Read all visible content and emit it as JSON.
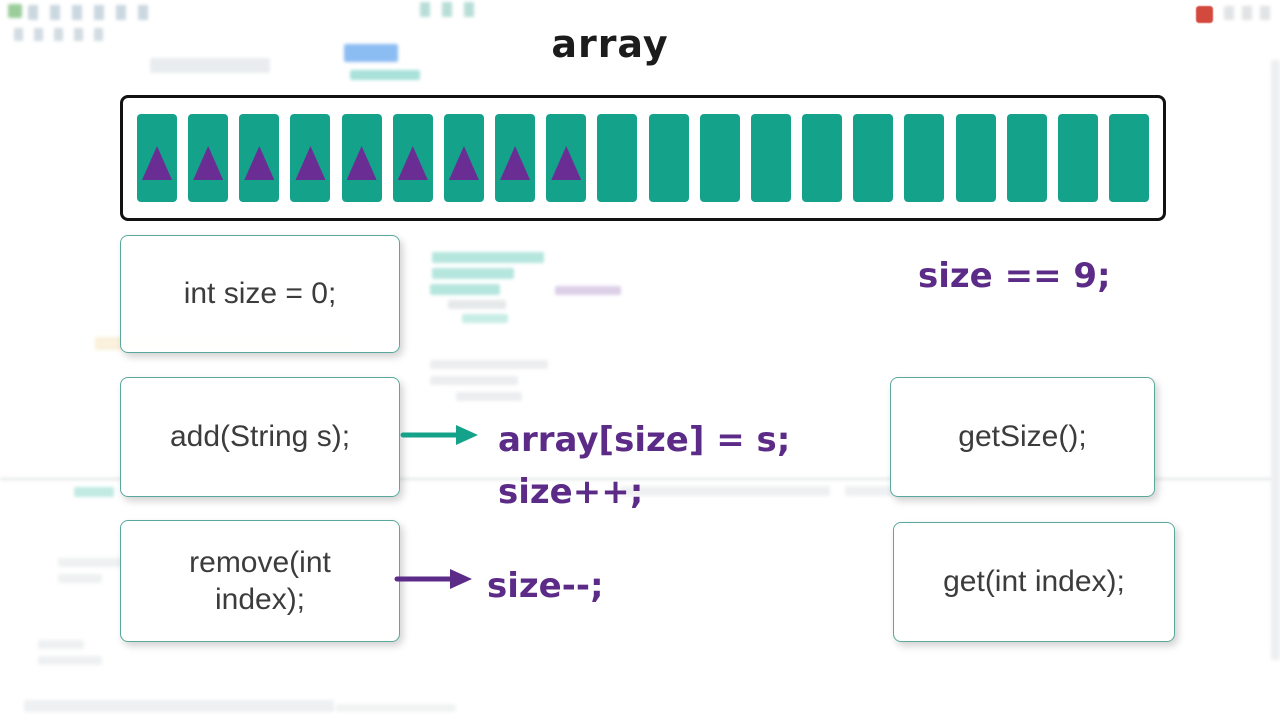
{
  "title": "array",
  "array": {
    "total_slots": 20,
    "filled_slots": 9
  },
  "boxes": {
    "size_declaration": "int size = 0;",
    "add_method": "add(String s);",
    "remove_method": "remove(int index);",
    "get_size_method": "getSize();",
    "get_method": "get(int index);"
  },
  "annotations": {
    "size_state": "size == 9;",
    "add_effect_line1": "array[size] = s;",
    "add_effect_line2": "size++;",
    "remove_effect": "size--;"
  },
  "colors": {
    "teal": "#14a38a",
    "purple": "#5b2b87",
    "triangle_purple": "#6a2d94",
    "outline": "#121212",
    "card_border": "#5aa89c",
    "card_text": "#3c3c3c",
    "title_text": "#1c1c1c"
  }
}
